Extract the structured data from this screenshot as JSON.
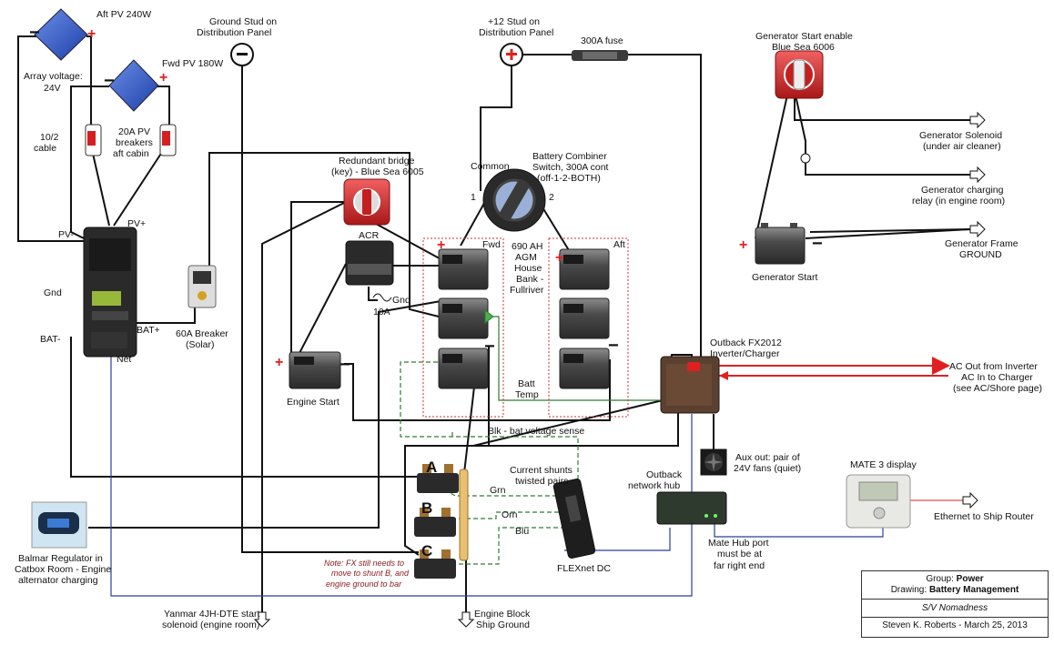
{
  "labels": {
    "aft_pv": "Aft PV 240W",
    "fwd_pv": "Fwd PV 180W",
    "array_voltage_1": "Array voltage:",
    "array_voltage_2": "24V",
    "cable_1": "10/2",
    "cable_2": "cable",
    "pv_breakers_1": "20A PV",
    "pv_breakers_2": "breakers",
    "pv_breakers_3": "aft cabin",
    "ground_stud_1": "Ground Stud on",
    "ground_stud_2": "Distribution Panel",
    "plus12_stud_1": "+12 Stud on",
    "plus12_stud_2": "Distribution Panel",
    "fuse_300a": "300A fuse",
    "gen_enable_1": "Generator Start enable",
    "gen_enable_2": "Blue Sea 6006",
    "gen_solenoid_1": "Generator Solenoid",
    "gen_solenoid_2": "(under air cleaner)",
    "gen_charging_1": "Generator charging",
    "gen_charging_2": "relay (in engine room)",
    "gen_frame_1": "Generator Frame",
    "gen_frame_2": "GROUND",
    "gen_start": "Generator Start",
    "redundant_1": "Redundant bridge",
    "redundant_2": "(key) - Blue Sea 6005",
    "common": "Common",
    "combiner_1": "Battery Combiner",
    "combiner_2": "Switch, 300A cont",
    "combiner_3": "(off-1-2-BOTH)",
    "sw_1": "1",
    "sw_2": "2",
    "pv_minus": "PV-",
    "pv_plus": "PV+",
    "gnd": "Gnd",
    "bat_minus": "BAT-",
    "bat_plus": "BAT+",
    "net": "Net",
    "acr": "ACR",
    "acr_gnd": "Gnd",
    "acr_10a": "10A",
    "fwd": "Fwd",
    "aft": "Aft",
    "house_1": "690 AH",
    "house_2": "AGM",
    "house_3": "House",
    "house_4": "Bank -",
    "house_5": "Fullriver",
    "breaker60_1": "60A Breaker",
    "breaker60_2": "(Solar)",
    "engine_start": "Engine Start",
    "batt_temp_1": "Batt",
    "batt_temp_2": "Temp",
    "outback_1": "Outback FX2012",
    "outback_2": "Inverter/Charger",
    "ac_out": "AC Out from Inverter",
    "ac_in": "AC In to Charger",
    "ac_see": "(see AC/Shore page)",
    "blk_sense": "Blk - bat voltage sense",
    "shunts_1": "Current shunts",
    "shunts_2": "twisted pairs",
    "grn": "Grn",
    "orn": "Orn",
    "blu": "Blu",
    "shunt_a": "A",
    "shunt_b": "B",
    "shunt_c": "C",
    "aux_1": "Aux out: pair of",
    "aux_2": "24V fans (quiet)",
    "hub_1": "Outback",
    "hub_2": "network hub",
    "mate_1": "MATE 3 display",
    "ethernet": "Ethernet to Ship Router",
    "mate_hub_1": "Mate Hub port",
    "mate_hub_2": "must be at",
    "mate_hub_3": "far right end",
    "flexnet": "FLEXnet DC",
    "note_1": "Note: FX still needs to",
    "note_2": "move to shunt B, and",
    "note_3": "engine ground to bar",
    "balmar_1": "Balmar Regulator in",
    "balmar_2": "Catbox Room - Engine",
    "balmar_3": "alternator charging",
    "yanmar_1": "Yanmar 4JH-DTE start",
    "yanmar_2": "solenoid (engine room)",
    "engine_block_1": "Engine Block",
    "engine_block_2": "Ship Ground",
    "plus_sign": "+",
    "minus_sign": "−"
  },
  "title_block": {
    "group_label": "Group:",
    "group_value": "Power",
    "drawing_label": "Drawing:",
    "drawing_value": "Battery Management",
    "vessel": "S/V Nomadness",
    "author_date": "Steven K. Roberts - March 25, 2013"
  },
  "colors": {
    "positive": "#e02020",
    "wire": "#111111",
    "net_wire": "#2a3f9a",
    "sense_wire": "#2e7d32",
    "house_box": "#cc3333"
  }
}
